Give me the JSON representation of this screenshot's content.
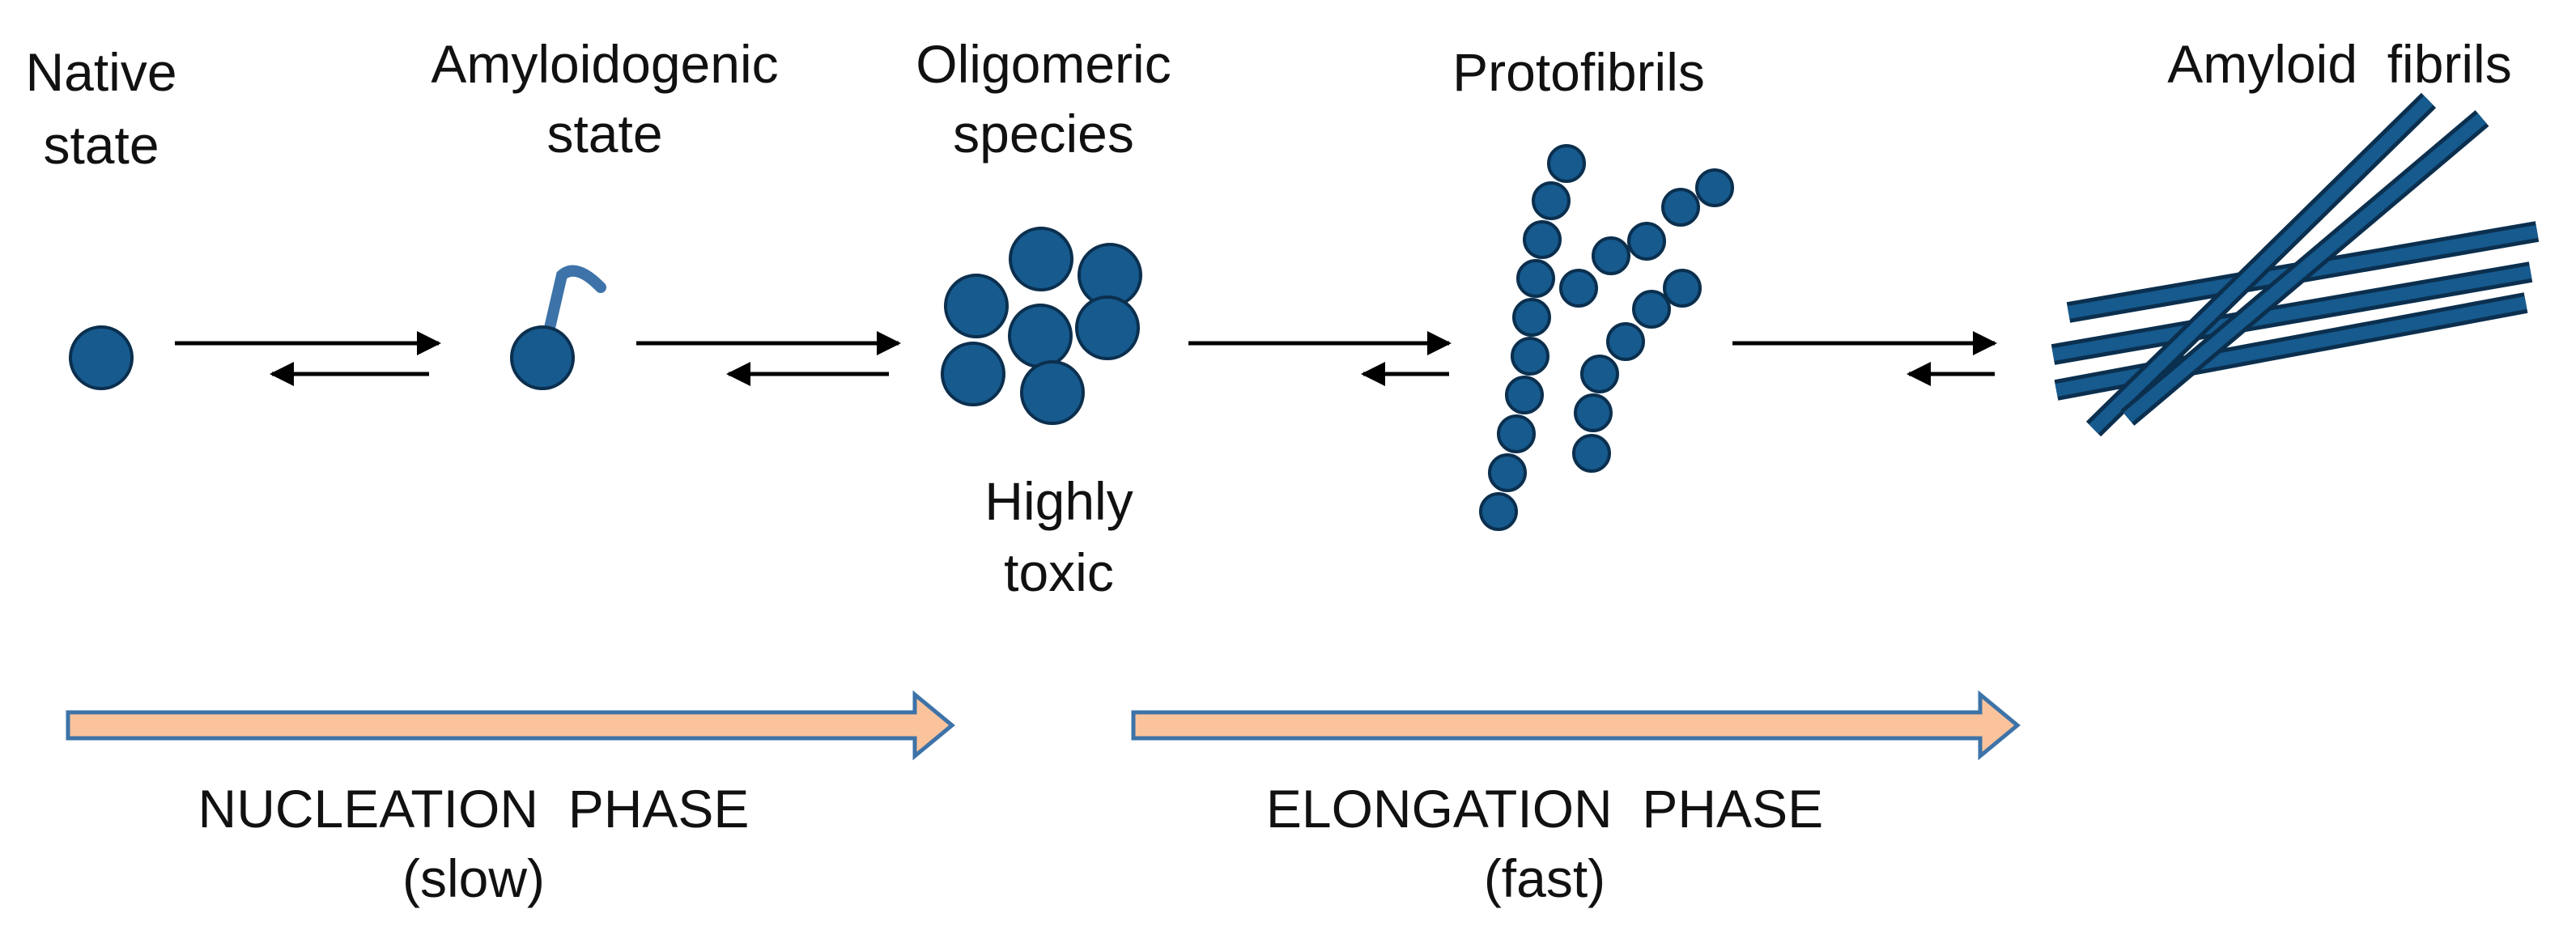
{
  "states": {
    "native": [
      "Native",
      "state"
    ],
    "amyloidogenic": [
      "Amyloidogenic",
      "state"
    ],
    "oligomeric": [
      "Oligomeric",
      "species"
    ],
    "protofibrils": [
      "Protofibrils"
    ],
    "fibrils": [
      "Amyloid  fibrils"
    ]
  },
  "toxicity_note": [
    "Highly",
    "toxic"
  ],
  "phases": {
    "nucleation": {
      "name": "NUCLEATION  PHASE",
      "rate": "(slow)"
    },
    "elongation": {
      "name": "ELONGATION  PHASE",
      "rate": "(fast)"
    }
  },
  "colors": {
    "particle": "#165a8e",
    "particle_stroke": "#0b2f4e",
    "toxic_text": "#ee1111",
    "phase_fill": "#fbc39c",
    "phase_stroke": "#3d73a8",
    "arrow": "#000000"
  }
}
